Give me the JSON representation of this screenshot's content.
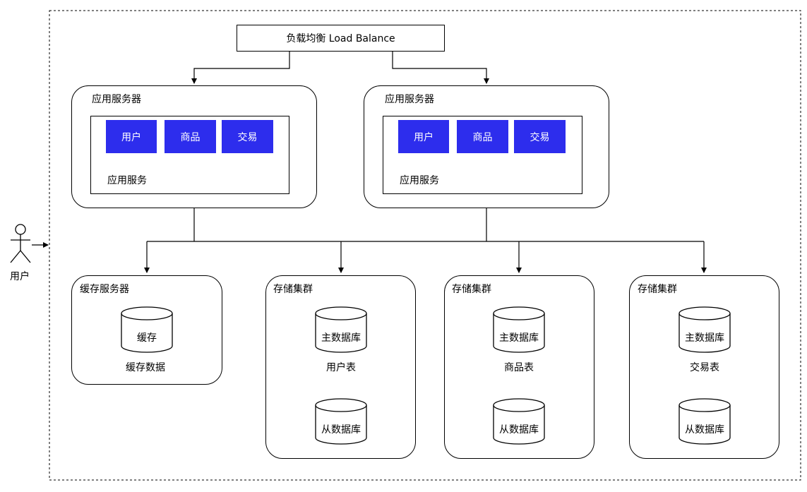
{
  "load_balancer": {
    "label": "负载均衡 Load Balance"
  },
  "actor": {
    "label": "用户"
  },
  "app_servers": [
    {
      "title": "应用服务器",
      "inner_label": "应用服务",
      "modules": [
        "用户",
        "商品",
        "交易"
      ]
    },
    {
      "title": "应用服务器",
      "inner_label": "应用服务",
      "modules": [
        "用户",
        "商品",
        "交易"
      ]
    }
  ],
  "cache_server": {
    "title": "缓存服务器",
    "db_label": "缓存",
    "caption": "缓存数据"
  },
  "storage_clusters": [
    {
      "title": "存储集群",
      "master": "主数据库",
      "caption": "用户表",
      "slave": "从数据库"
    },
    {
      "title": "存储集群",
      "master": "主数据库",
      "caption": "商品表",
      "slave": "从数据库"
    },
    {
      "title": "存储集群",
      "master": "主数据库",
      "caption": "交易表",
      "slave": "从数据库"
    }
  ],
  "colors": {
    "module_fill": "#2d2ded",
    "module_text": "#ffffff",
    "line": "#000000"
  },
  "icons": {
    "actor": "stick-figure-icon",
    "database": "cylinder-icon"
  }
}
